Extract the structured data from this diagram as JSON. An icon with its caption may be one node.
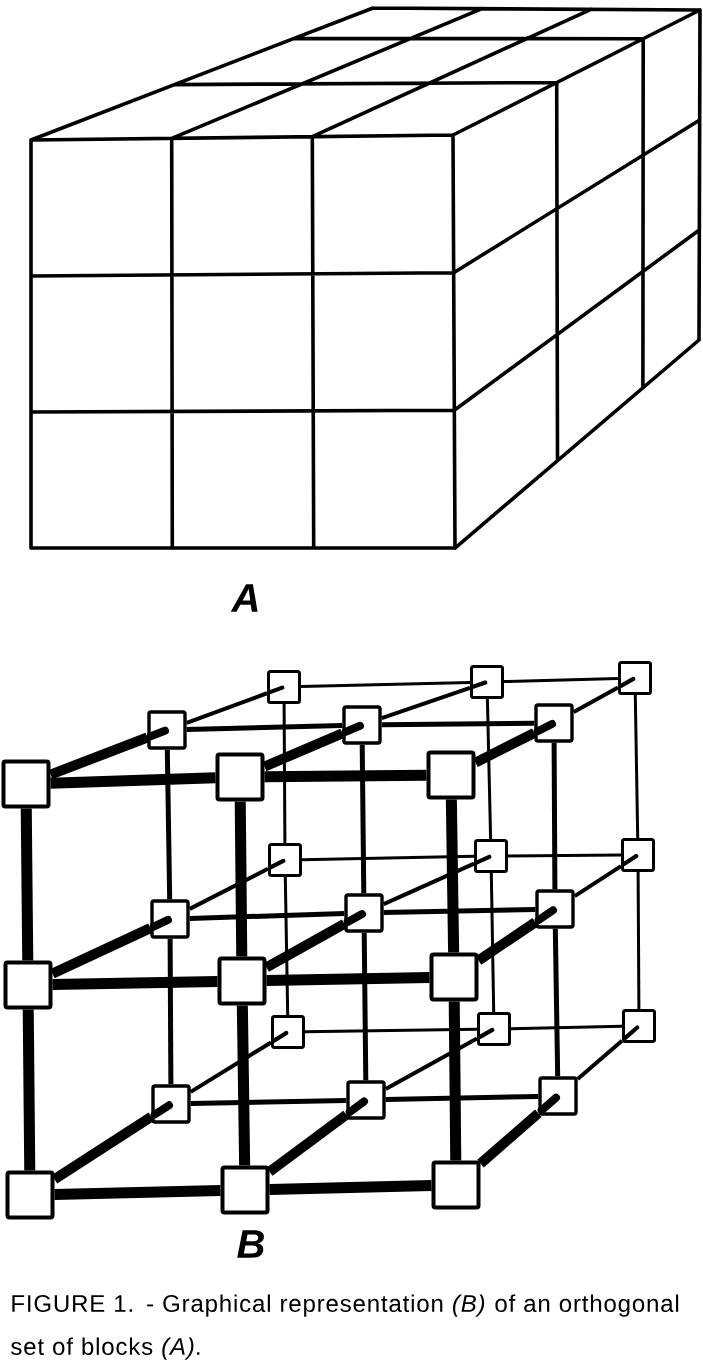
{
  "diagram": {
    "caption": "FIGURE 1. - Graphical representation *(B)* of an orthogonal set of blocks *(A)*.",
    "nodes": [
      {
        "text": [],
        "shape": "box"
      },
      {
        "text": [],
        "shape": "box"
      },
      {
        "text": [],
        "shape": "box"
      },
      {
        "text": [],
        "shape": "box"
      },
      {
        "text": [],
        "shape": "box"
      },
      {
        "text": [],
        "shape": "box"
      },
      {
        "text": [],
        "shape": "box"
      },
      {
        "text": [],
        "shape": "box"
      },
      {
        "text": [],
        "shape": "box"
      },
      {
        "text": [],
        "shape": "box"
      },
      {
        "text": [],
        "shape": "box"
      },
      {
        "text": [],
        "shape": "box"
      },
      {
        "text": [],
        "shape": "box"
      },
      {
        "text": [],
        "shape": "box"
      },
      {
        "text": [],
        "shape": "box"
      },
      {
        "text": [],
        "shape": "box"
      },
      {
        "text": [],
        "shape": "box"
      },
      {
        "text": [],
        "shape": "box"
      },
      {
        "text": [],
        "shape": "box"
      },
      {
        "text": [],
        "shape": "box"
      },
      {
        "text": [],
        "shape": "box"
      },
      {
        "text": [],
        "shape": "box"
      },
      {
        "text": [],
        "shape": "box"
      },
      {
        "text": [],
        "shape": "box"
      },
      {
        "text": [],
        "shape": "box"
      },
      {
        "text": [],
        "shape": "box"
      },
      {
        "text": [],
        "shape": "box"
      }
    ],
    "edges": [
      {
        "from": 0,
        "to": 1,
        "arrow": "none",
        "style": "thick"
      },
      {
        "from": 1,
        "to": 2,
        "arrow": "none",
        "style": "thick"
      },
      {
        "from": 3,
        "to": 4,
        "arrow": "none",
        "style": "thick"
      },
      {
        "from": 4,
        "to": 5,
        "arrow": "none",
        "style": "thick"
      },
      {
        "from": 6,
        "to": 7,
        "arrow": "none",
        "style": "thick"
      },
      {
        "from": 7,
        "to": 8,
        "arrow": "none",
        "style": "thick"
      },
      {
        "from": 0,
        "to": 3,
        "arrow": "none",
        "style": "thick"
      },
      {
        "from": 1,
        "to": 4,
        "arrow": "none",
        "style": "thick"
      },
      {
        "from": 2,
        "to": 5,
        "arrow": "none",
        "style": "thick"
      },
      {
        "from": 3,
        "to": 6,
        "arrow": "none",
        "style": "thick"
      },
      {
        "from": 4,
        "to": 7,
        "arrow": "none",
        "style": "thick"
      },
      {
        "from": 5,
        "to": 8,
        "arrow": "none",
        "style": "thick"
      },
      {
        "from": 9,
        "to": 10,
        "arrow": "none"
      },
      {
        "from": 10,
        "to": 11,
        "arrow": "none"
      },
      {
        "from": 12,
        "to": 13,
        "arrow": "none"
      },
      {
        "from": 13,
        "to": 14,
        "arrow": "none"
      },
      {
        "from": 15,
        "to": 16,
        "arrow": "none"
      },
      {
        "from": 16,
        "to": 17,
        "arrow": "none"
      },
      {
        "from": 9,
        "to": 12,
        "arrow": "none"
      },
      {
        "from": 10,
        "to": 13,
        "arrow": "none"
      },
      {
        "from": 11,
        "to": 14,
        "arrow": "none"
      },
      {
        "from": 12,
        "to": 15,
        "arrow": "none"
      },
      {
        "from": 13,
        "to": 16,
        "arrow": "none"
      },
      {
        "from": 14,
        "to": 17,
        "arrow": "none"
      },
      {
        "from": 18,
        "to": 19,
        "arrow": "none"
      },
      {
        "from": 19,
        "to": 20,
        "arrow": "none"
      },
      {
        "from": 21,
        "to": 22,
        "arrow": "none"
      },
      {
        "from": 22,
        "to": 23,
        "arrow": "none"
      },
      {
        "from": 24,
        "to": 25,
        "arrow": "none"
      },
      {
        "from": 25,
        "to": 26,
        "arrow": "none"
      },
      {
        "from": 18,
        "to": 21,
        "arrow": "none"
      },
      {
        "from": 19,
        "to": 22,
        "arrow": "none"
      },
      {
        "from": 20,
        "to": 23,
        "arrow": "none"
      },
      {
        "from": 21,
        "to": 24,
        "arrow": "none"
      },
      {
        "from": 22,
        "to": 25,
        "arrow": "none"
      },
      {
        "from": 23,
        "to": 26,
        "arrow": "none"
      },
      {
        "from": 0,
        "to": 9,
        "arrow": "none",
        "style": "thick"
      },
      {
        "from": 1,
        "to": 10,
        "arrow": "none",
        "style": "thick"
      },
      {
        "from": 2,
        "to": 11,
        "arrow": "none",
        "style": "thick"
      },
      {
        "from": 3,
        "to": 12,
        "arrow": "none",
        "style": "thick"
      },
      {
        "from": 4,
        "to": 13,
        "arrow": "none",
        "style": "thick"
      },
      {
        "from": 5,
        "to": 14,
        "arrow": "none",
        "style": "thick"
      },
      {
        "from": 6,
        "to": 15,
        "arrow": "none",
        "style": "thick"
      },
      {
        "from": 7,
        "to": 16,
        "arrow": "none",
        "style": "thick"
      },
      {
        "from": 8,
        "to": 17,
        "arrow": "none",
        "style": "thick"
      },
      {
        "from": 9,
        "to": 18,
        "arrow": "none"
      },
      {
        "from": 10,
        "to": 19,
        "arrow": "none"
      },
      {
        "from": 11,
        "to": 20,
        "arrow": "none"
      },
      {
        "from": 12,
        "to": 21,
        "arrow": "none"
      },
      {
        "from": 13,
        "to": 22,
        "arrow": "none"
      },
      {
        "from": 14,
        "to": 23,
        "arrow": "none"
      },
      {
        "from": 15,
        "to": 24,
        "arrow": "none"
      },
      {
        "from": 16,
        "to": 25,
        "arrow": "none"
      },
      {
        "from": 17,
        "to": 26,
        "arrow": "none"
      }
    ],
    "labels": [
      "A",
      "B"
    ]
  }
}
